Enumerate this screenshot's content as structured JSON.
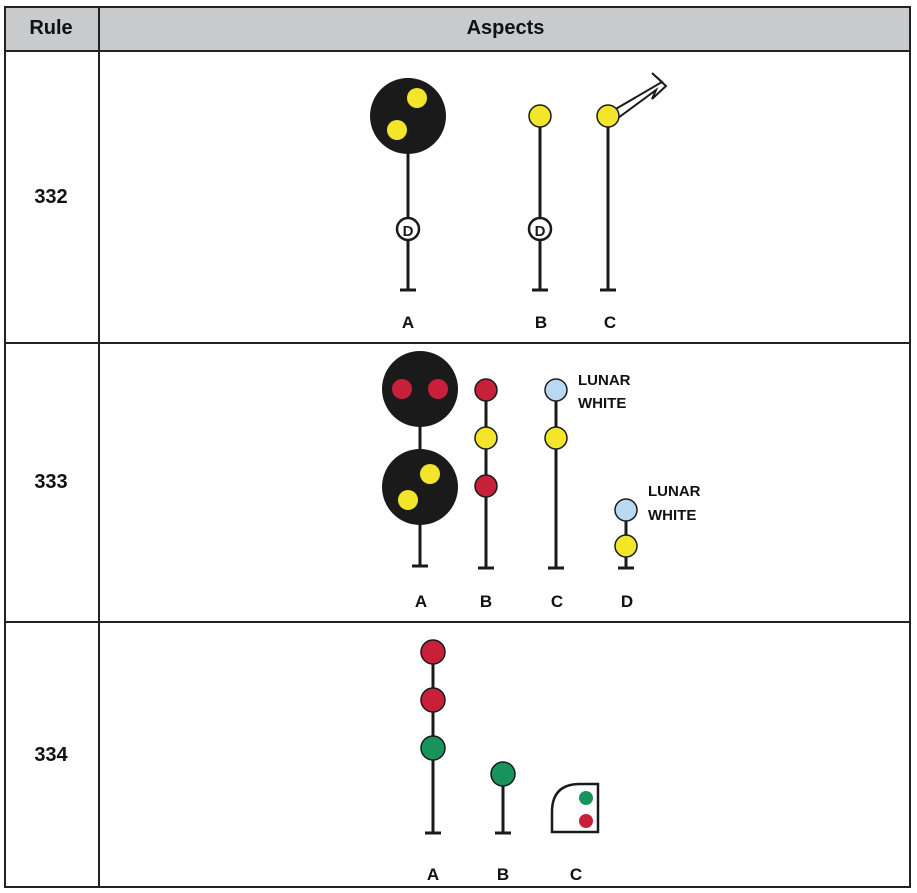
{
  "header": {
    "rule": "Rule",
    "aspects": "Aspects"
  },
  "rows": [
    {
      "rule": "332",
      "labels": [
        "A",
        "B",
        "C"
      ]
    },
    {
      "rule": "333",
      "labels": [
        "A",
        "B",
        "C",
        "D"
      ],
      "notes": [
        "LUNAR",
        "WHITE",
        "LUNAR",
        "WHITE"
      ]
    },
    {
      "rule": "334",
      "labels": [
        "A",
        "B",
        "C"
      ]
    }
  ],
  "colors": {
    "yellow": "#f3e52a",
    "red": "#c8203a",
    "green": "#17935b",
    "lunar_white": "#b9d8f2",
    "target": "#1a1a1a",
    "header_bg": "#c9cacc"
  },
  "marker_letter": "D"
}
